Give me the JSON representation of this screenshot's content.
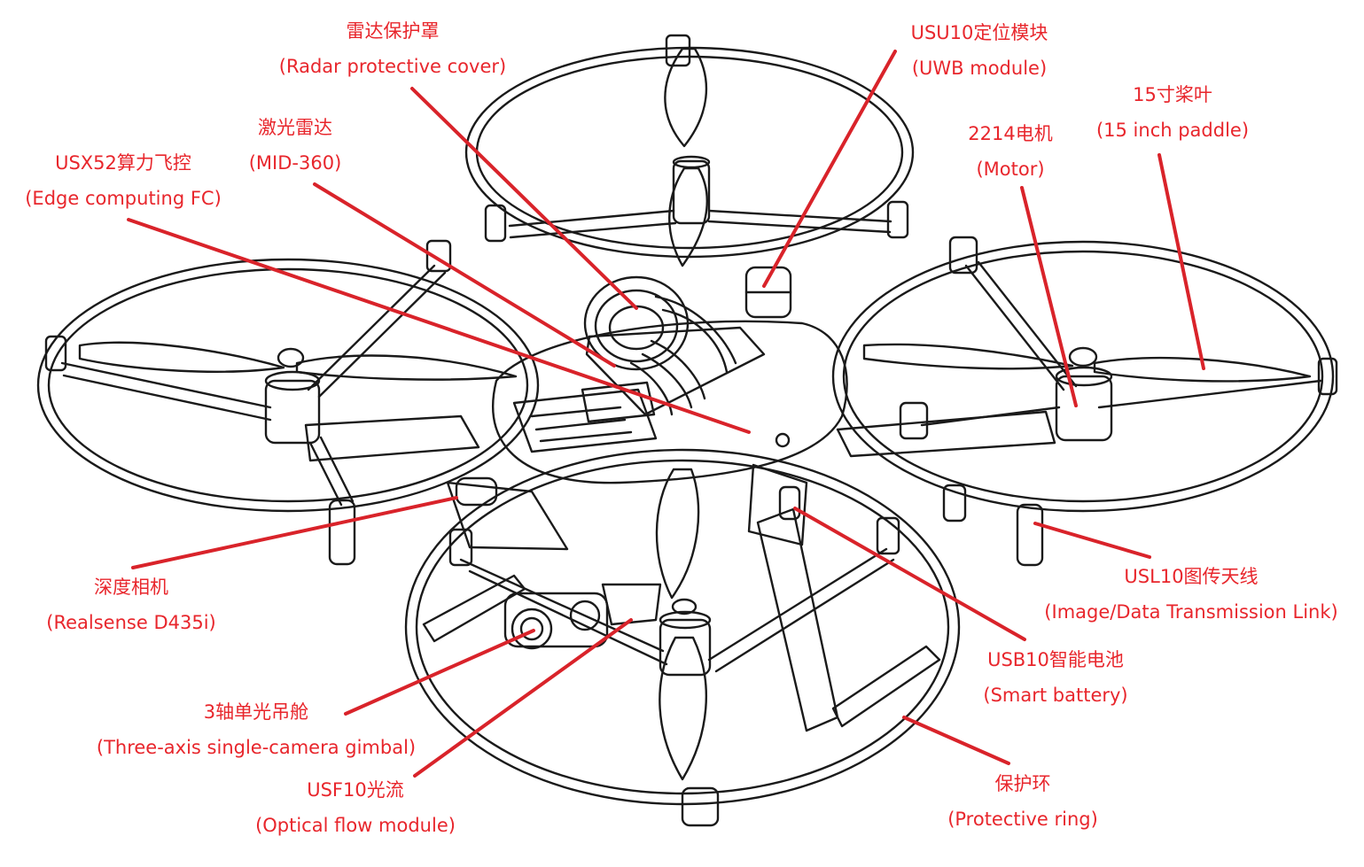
{
  "colors": {
    "label": "#e8262c",
    "leader_line": "#d9232a",
    "drawing_line": "#1a1a1a",
    "background": "#ffffff"
  },
  "callouts": [
    {
      "id": "radar-cover",
      "zh": "雷达保护罩",
      "en": "(Radar protective cover)"
    },
    {
      "id": "uwb-module",
      "zh": "USU10定位模块",
      "en": "(UWB module)"
    },
    {
      "id": "paddle",
      "zh": "15寸桨叶",
      "en": "(15 inch paddle)"
    },
    {
      "id": "lidar",
      "zh": "激光雷达",
      "en": "(MID-360)"
    },
    {
      "id": "motor",
      "zh": "2214电机",
      "en": "(Motor)"
    },
    {
      "id": "flight-controller",
      "zh": "USX52算力飞控",
      "en": "(Edge computing FC)"
    },
    {
      "id": "depth-camera",
      "zh": "深度相机",
      "en": "(Realsense D435i)"
    },
    {
      "id": "image-link",
      "zh": "USL10图传天线",
      "en": "(Image/Data Transmission Link)"
    },
    {
      "id": "battery",
      "zh": "USB10智能电池",
      "en": "(Smart battery)"
    },
    {
      "id": "gimbal",
      "zh": "3轴单光吊舱",
      "en": "(Three-axis single-camera gimbal)"
    },
    {
      "id": "optical-flow",
      "zh": "USF10光流",
      "en": "(Optical flow module)"
    },
    {
      "id": "protective-ring",
      "zh": "保护环",
      "en": "(Protective ring)"
    }
  ]
}
